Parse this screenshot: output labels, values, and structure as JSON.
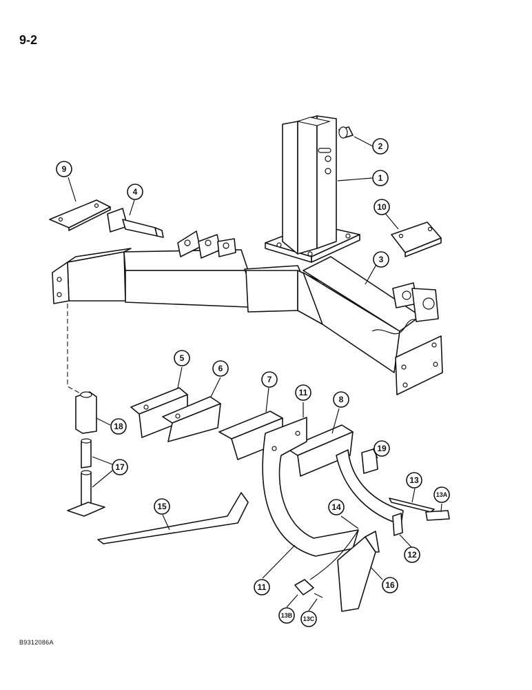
{
  "page": {
    "number": "9-2",
    "figure_code": "B9312086A"
  },
  "callouts": [
    {
      "id": "c1",
      "label": "1"
    },
    {
      "id": "c2",
      "label": "2"
    },
    {
      "id": "c3",
      "label": "3"
    },
    {
      "id": "c4",
      "label": "4"
    },
    {
      "id": "c5",
      "label": "5"
    },
    {
      "id": "c6",
      "label": "6"
    },
    {
      "id": "c7",
      "label": "7"
    },
    {
      "id": "c8",
      "label": "8"
    },
    {
      "id": "c9",
      "label": "9"
    },
    {
      "id": "c10",
      "label": "10"
    },
    {
      "id": "c11a",
      "label": "11"
    },
    {
      "id": "c11b",
      "label": "11"
    },
    {
      "id": "c12",
      "label": "12"
    },
    {
      "id": "c13",
      "label": "13"
    },
    {
      "id": "c13a",
      "label": "13A"
    },
    {
      "id": "c13b",
      "label": "13B"
    },
    {
      "id": "c13c",
      "label": "13C"
    },
    {
      "id": "c14",
      "label": "14"
    },
    {
      "id": "c15",
      "label": "15"
    },
    {
      "id": "c16",
      "label": "16"
    },
    {
      "id": "c17",
      "label": "17"
    },
    {
      "id": "c18",
      "label": "18"
    },
    {
      "id": "c19",
      "label": "19"
    }
  ]
}
